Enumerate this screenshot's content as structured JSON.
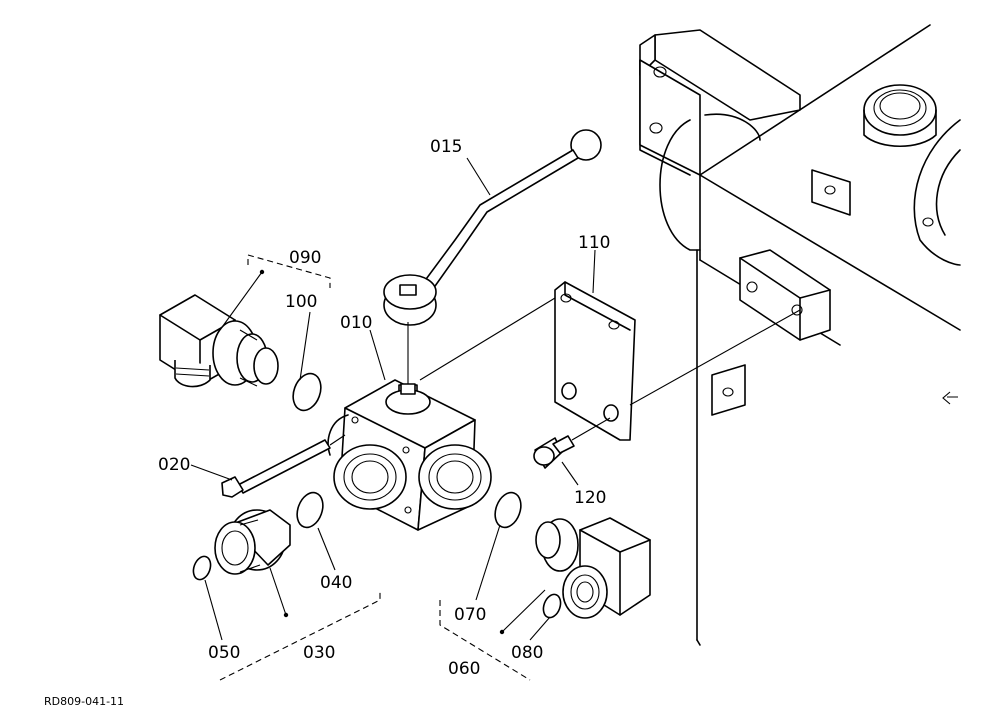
{
  "drawing_code": "RD809-041-11",
  "callouts": [
    {
      "id": "callout-015",
      "text": "015"
    },
    {
      "id": "callout-090",
      "text": "090"
    },
    {
      "id": "callout-100",
      "text": "100"
    },
    {
      "id": "callout-010",
      "text": "010"
    },
    {
      "id": "callout-110",
      "text": "110"
    },
    {
      "id": "callout-020",
      "text": "020"
    },
    {
      "id": "callout-120",
      "text": "120"
    },
    {
      "id": "callout-040",
      "text": "040"
    },
    {
      "id": "callout-070",
      "text": "070"
    },
    {
      "id": "callout-080",
      "text": "080"
    },
    {
      "id": "callout-050",
      "text": "050"
    },
    {
      "id": "callout-030",
      "text": "030"
    },
    {
      "id": "callout-060",
      "text": "060"
    }
  ]
}
